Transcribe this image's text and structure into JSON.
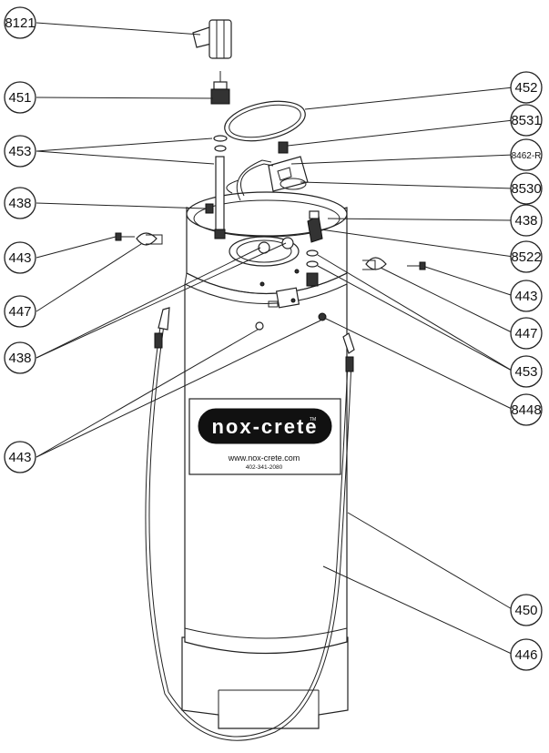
{
  "diagram": {
    "brand": {
      "logo_text": "nox-crete",
      "trademark": "TM",
      "website": "www.nox-crete.com",
      "phone": "402-341-2080"
    },
    "callouts": [
      {
        "id": "c-8121-left",
        "label": "8121"
      },
      {
        "id": "c-451-left",
        "label": "451"
      },
      {
        "id": "c-453-left",
        "label": "453"
      },
      {
        "id": "c-438-left-top",
        "label": "438"
      },
      {
        "id": "c-443-left-top",
        "label": "443"
      },
      {
        "id": "c-447-left",
        "label": "447"
      },
      {
        "id": "c-438-left-bottom",
        "label": "438"
      },
      {
        "id": "c-443-left-bottom",
        "label": "443"
      },
      {
        "id": "c-452-right",
        "label": "452"
      },
      {
        "id": "c-8531-right",
        "label": "8531"
      },
      {
        "id": "c-8462-right",
        "label": "8462-R"
      },
      {
        "id": "c-8530-right",
        "label": "8530"
      },
      {
        "id": "c-438-right",
        "label": "438"
      },
      {
        "id": "c-8522-right",
        "label": "8522"
      },
      {
        "id": "c-443-right",
        "label": "443"
      },
      {
        "id": "c-447-right",
        "label": "447"
      },
      {
        "id": "c-453-right",
        "label": "453"
      },
      {
        "id": "c-8448-right",
        "label": "8448"
      },
      {
        "id": "c-450-right",
        "label": "450"
      },
      {
        "id": "c-446-right",
        "label": "446"
      }
    ]
  }
}
